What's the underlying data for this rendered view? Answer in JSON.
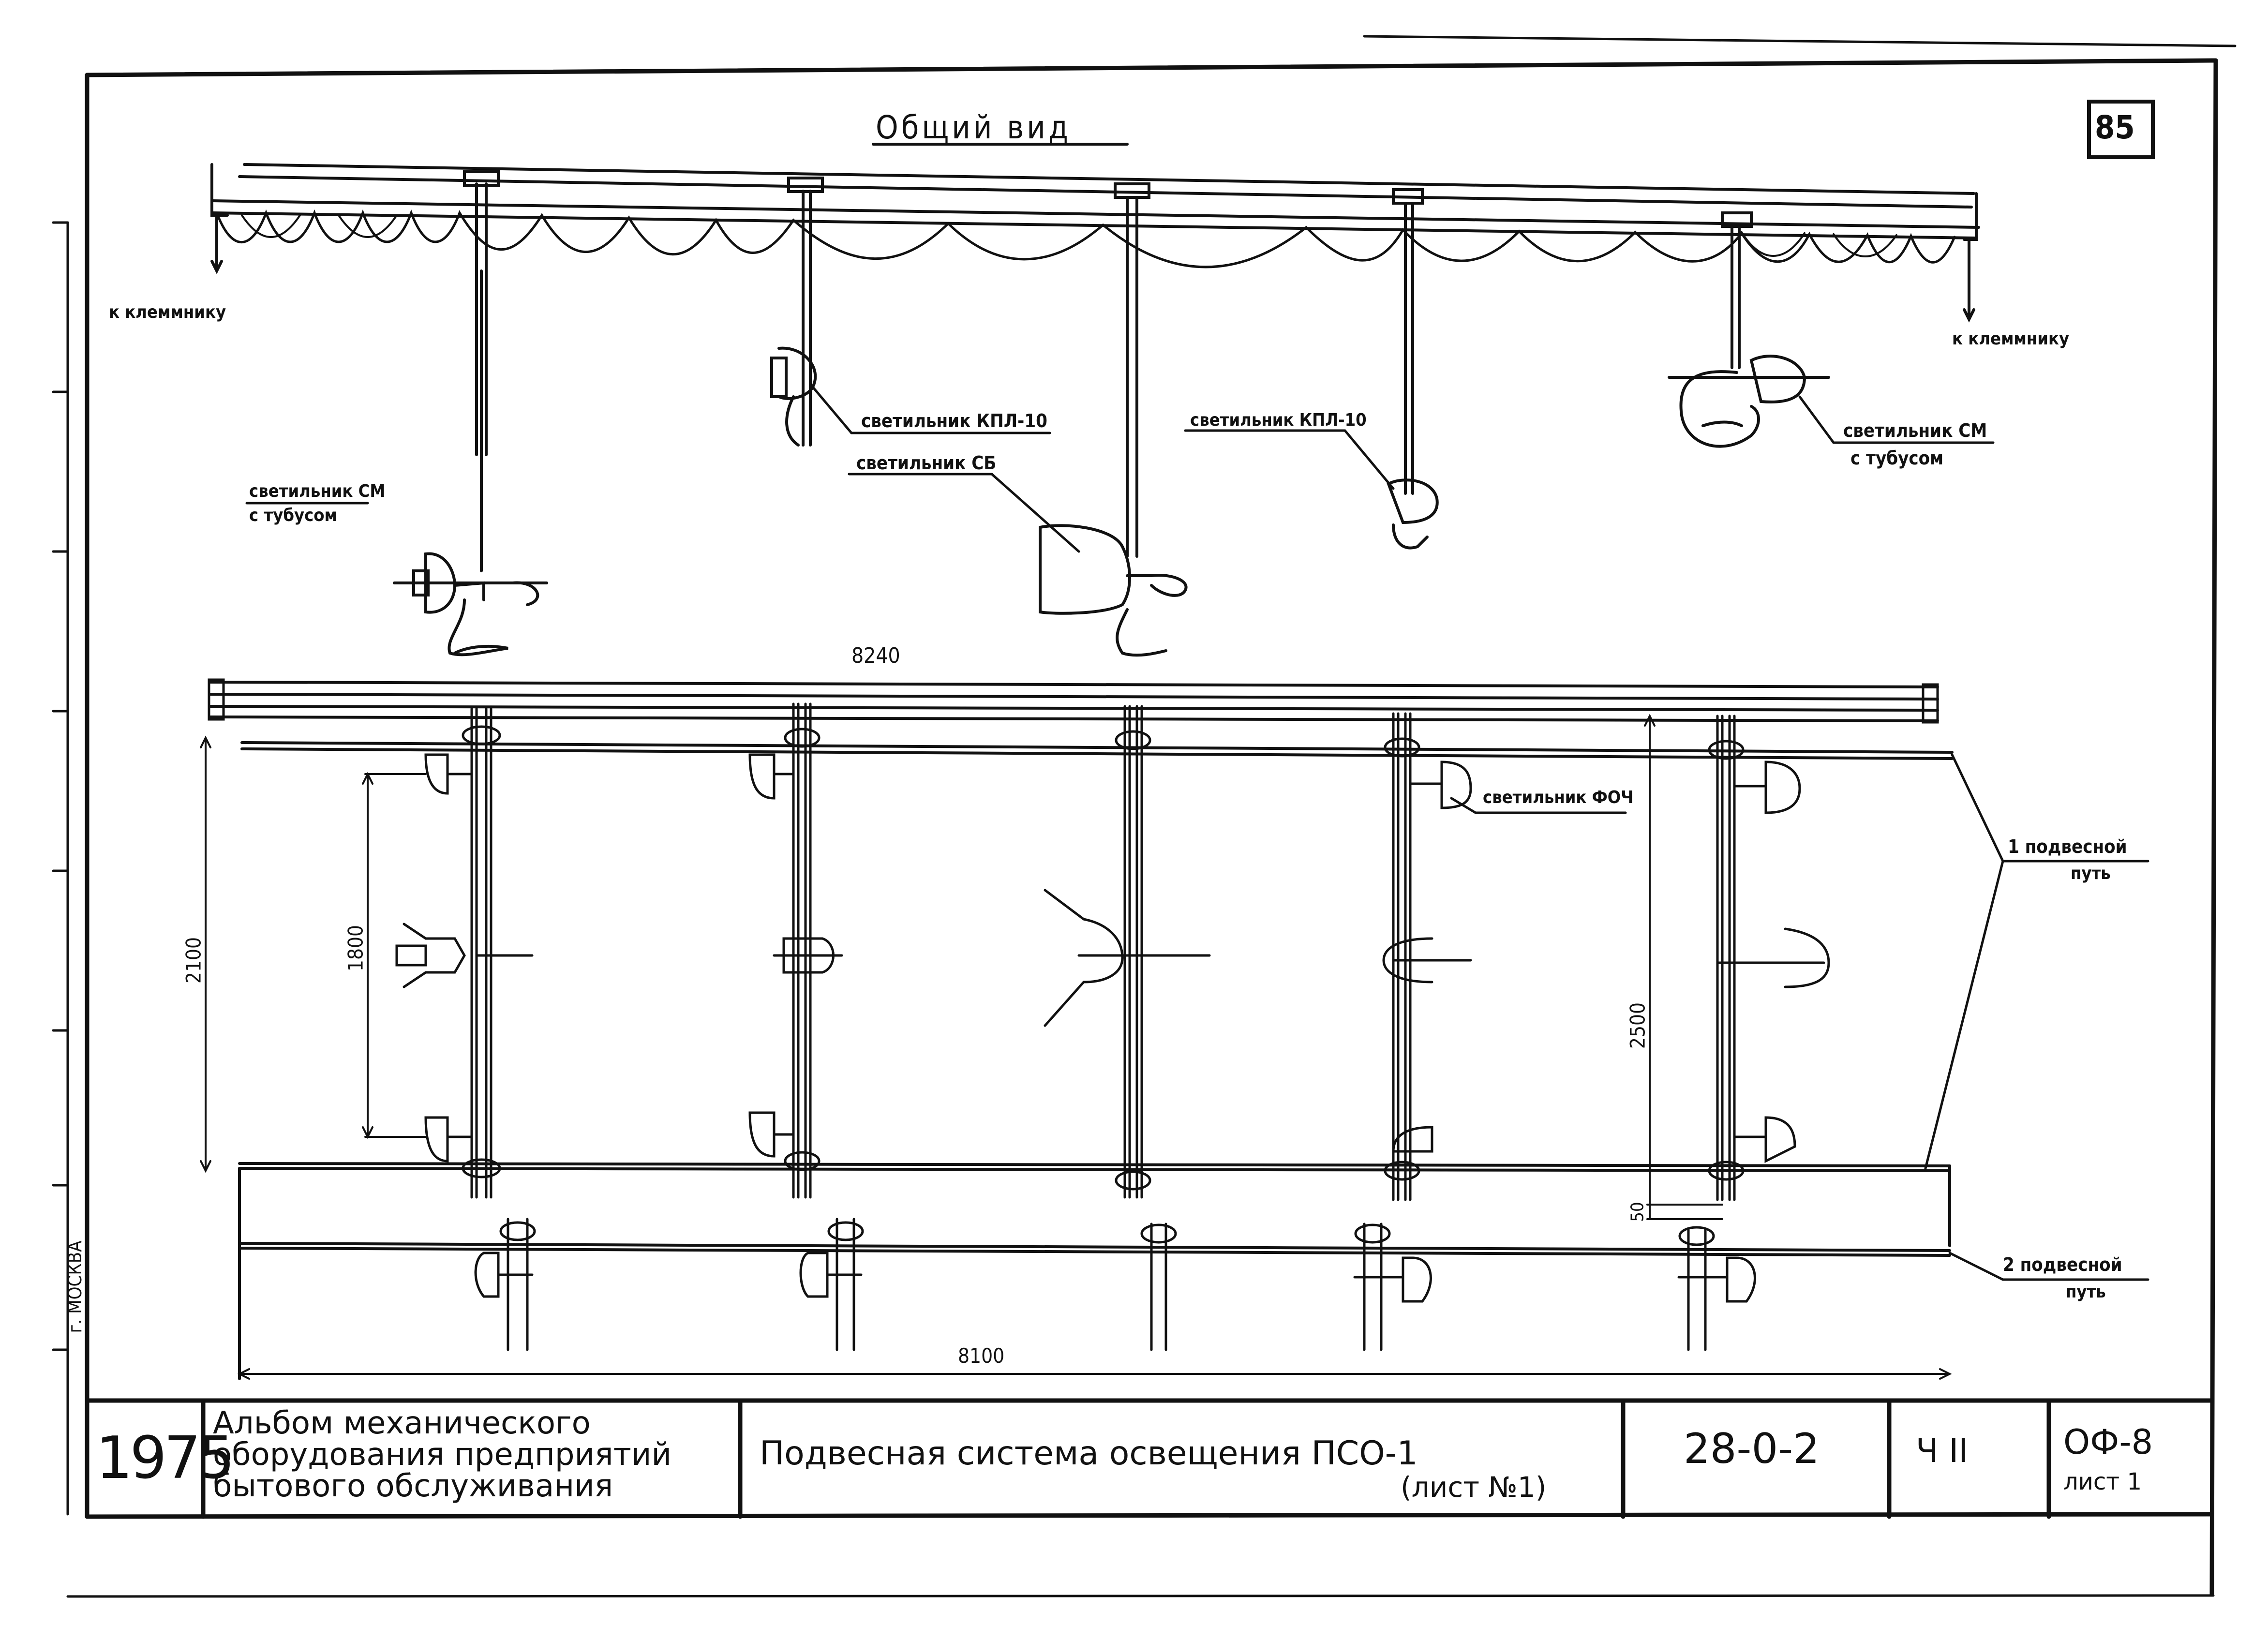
{
  "sheet": {
    "page_number": "85",
    "view_title": "Общий  вид"
  },
  "labels": {
    "to_terminal_left": "к клеммнику",
    "to_terminal_right": "к клеммнику",
    "lamp_kpl10_a": "светильник КПЛ-10",
    "lamp_sb": "светильник СБ",
    "lamp_kpl10_b": "светильник КПЛ-10",
    "lamp_sm_left_1": "светильник СМ",
    "lamp_sm_left_2": "с тубусом",
    "lamp_sm_right_1": "светильник  СМ",
    "lamp_sm_right_2": "с тубусом",
    "lamp_foch": "светильник ФОЧ",
    "track1_1": "1  подвесной",
    "track1_2": "путь",
    "track2_1": "2 подвесной",
    "track2_2": "путь"
  },
  "dimensions": {
    "d8240": "8240",
    "d8100": "8100",
    "d2100": "2100",
    "d1800": "1800",
    "d2500": "2500",
    "d50": "50"
  },
  "margin": {
    "city": "г. МОСКВА"
  },
  "title_block": {
    "year": "1975",
    "album_1": "Альбом  механического",
    "album_2": "оборудования  предприятий",
    "album_3": "бытового   обслуживания",
    "title": "Подвесная   система   освещения   ПСО-1",
    "subtitle": "(лист №1)",
    "code": "28-0-2",
    "part": "Ч II",
    "sheet_code": "ОФ-8",
    "sheet_no": "лист 1"
  }
}
